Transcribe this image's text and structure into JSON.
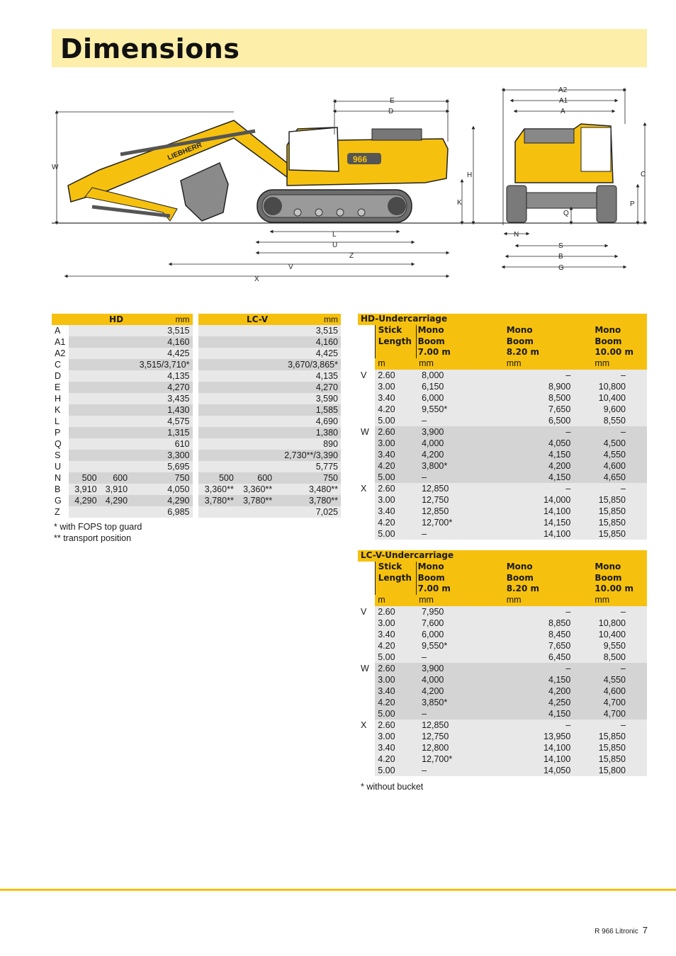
{
  "title": "Dimensions",
  "drawing": {
    "brand": "LIEBHERR",
    "model_badge": "966",
    "side_labels": [
      "E",
      "D",
      "H",
      "K",
      "W",
      "L",
      "U",
      "Z",
      "V",
      "X"
    ],
    "front_labels": [
      "A2",
      "A1",
      "A",
      "C",
      "P",
      "Q",
      "N",
      "S",
      "B",
      "G"
    ]
  },
  "dimensions_table": {
    "col_hd": "HD",
    "col_lcv": "LC-V",
    "unit": "mm",
    "rows": [
      {
        "k": "A",
        "hd": [
          "",
          "",
          "3,515"
        ],
        "lc": [
          "",
          "",
          "3,515"
        ]
      },
      {
        "k": "A1",
        "hd": [
          "",
          "",
          "4,160"
        ],
        "lc": [
          "",
          "",
          "4,160"
        ]
      },
      {
        "k": "A2",
        "hd": [
          "",
          "",
          "4,425"
        ],
        "lc": [
          "",
          "",
          "4,425"
        ]
      },
      {
        "k": "C",
        "hd": [
          "",
          "",
          "3,515/3,710*"
        ],
        "lc": [
          "",
          "",
          "3,670/3,865*"
        ]
      },
      {
        "k": "D",
        "hd": [
          "",
          "",
          "4,135"
        ],
        "lc": [
          "",
          "",
          "4,135"
        ]
      },
      {
        "k": "E",
        "hd": [
          "",
          "",
          "4,270"
        ],
        "lc": [
          "",
          "",
          "4,270"
        ]
      },
      {
        "k": "H",
        "hd": [
          "",
          "",
          "3,435"
        ],
        "lc": [
          "",
          "",
          "3,590"
        ]
      },
      {
        "k": "K",
        "hd": [
          "",
          "",
          "1,430"
        ],
        "lc": [
          "",
          "",
          "1,585"
        ]
      },
      {
        "k": "L",
        "hd": [
          "",
          "",
          "4,575"
        ],
        "lc": [
          "",
          "",
          "4,690"
        ]
      },
      {
        "k": "P",
        "hd": [
          "",
          "",
          "1,315"
        ],
        "lc": [
          "",
          "",
          "1,380"
        ]
      },
      {
        "k": "Q",
        "hd": [
          "",
          "",
          "610"
        ],
        "lc": [
          "",
          "",
          "890"
        ]
      },
      {
        "k": "S",
        "hd": [
          "",
          "",
          "3,300"
        ],
        "lc": [
          "",
          "",
          "2,730**/3,390"
        ]
      },
      {
        "k": "U",
        "hd": [
          "",
          "",
          "5,695"
        ],
        "lc": [
          "",
          "",
          "5,775"
        ]
      },
      {
        "k": "N",
        "hd": [
          "500",
          "600",
          "750"
        ],
        "lc": [
          "500",
          "600",
          "750"
        ]
      },
      {
        "k": "B",
        "hd": [
          "3,910",
          "3,910",
          "4,050"
        ],
        "lc": [
          "3,360**",
          "3,360**",
          "3,480**"
        ]
      },
      {
        "k": "G",
        "hd": [
          "4,290",
          "4,290",
          "4,290"
        ],
        "lc": [
          "3,780**",
          "3,780**",
          "3,780**"
        ]
      },
      {
        "k": "Z",
        "hd": [
          "",
          "",
          "6,985"
        ],
        "lc": [
          "",
          "",
          "7,025"
        ]
      }
    ],
    "notes": [
      "*   with FOPS top guard",
      "** transport position"
    ]
  },
  "hd_undercarriage": {
    "title": "HD-Undercarriage",
    "col_stick": [
      "Stick",
      "Length"
    ],
    "col_boom1": [
      "Mono",
      "Boom",
      "7.00 m"
    ],
    "col_boom2": [
      "Mono",
      "Boom",
      "8.20 m"
    ],
    "col_boom3": [
      "Mono",
      "Boom",
      "10.00 m"
    ],
    "units": [
      "m",
      "mm",
      "mm",
      "mm"
    ],
    "groups": [
      {
        "g": "V",
        "rows": [
          [
            "2.60",
            "8,000",
            "–",
            "–"
          ],
          [
            "3.00",
            "6,150",
            "8,900",
            "10,800"
          ],
          [
            "3.40",
            "6,000",
            "8,500",
            "10,400"
          ],
          [
            "4.20",
            "9,550*",
            "7,650",
            "9,600"
          ],
          [
            "5.00",
            "–",
            "6,500",
            "8,550"
          ]
        ]
      },
      {
        "g": "W",
        "rows": [
          [
            "2.60",
            "3,900",
            "–",
            "–"
          ],
          [
            "3.00",
            "4,000",
            "4,050",
            "4,500"
          ],
          [
            "3.40",
            "4,200",
            "4,150",
            "4,550"
          ],
          [
            "4.20",
            "3,800*",
            "4,200",
            "4,600"
          ],
          [
            "5.00",
            "–",
            "4,150",
            "4,650"
          ]
        ]
      },
      {
        "g": "X",
        "rows": [
          [
            "2.60",
            "12,850",
            "–",
            "–"
          ],
          [
            "3.00",
            "12,750",
            "14,000",
            "15,850"
          ],
          [
            "3.40",
            "12,850",
            "14,100",
            "15,850"
          ],
          [
            "4.20",
            "12,700*",
            "14,150",
            "15,850"
          ],
          [
            "5.00",
            "–",
            "14,100",
            "15,850"
          ]
        ]
      }
    ]
  },
  "lcv_undercarriage": {
    "title": "LC-V-Undercarriage",
    "col_stick": [
      "Stick",
      "Length"
    ],
    "col_boom1": [
      "Mono",
      "Boom",
      "7.00 m"
    ],
    "col_boom2": [
      "Mono",
      "Boom",
      "8.20 m"
    ],
    "col_boom3": [
      "Mono",
      "Boom",
      "10.00 m"
    ],
    "units": [
      "m",
      "mm",
      "mm",
      "mm"
    ],
    "groups": [
      {
        "g": "V",
        "rows": [
          [
            "2.60",
            "7,950",
            "–",
            "–"
          ],
          [
            "3.00",
            "7,600",
            "8,850",
            "10,800"
          ],
          [
            "3.40",
            "6,000",
            "8,450",
            "10,400"
          ],
          [
            "4.20",
            "9,550*",
            "7,650",
            "9,550"
          ],
          [
            "5.00",
            "–",
            "6,450",
            "8,500"
          ]
        ]
      },
      {
        "g": "W",
        "rows": [
          [
            "2.60",
            "3,900",
            "–",
            "–"
          ],
          [
            "3.00",
            "4,000",
            "4,150",
            "4,550"
          ],
          [
            "3.40",
            "4,200",
            "4,200",
            "4,600"
          ],
          [
            "4.20",
            "3,850*",
            "4,250",
            "4,700"
          ],
          [
            "5.00",
            "–",
            "4,150",
            "4,700"
          ]
        ]
      },
      {
        "g": "X",
        "rows": [
          [
            "2.60",
            "12,850",
            "–",
            "–"
          ],
          [
            "3.00",
            "12,750",
            "13,950",
            "15,850"
          ],
          [
            "3.40",
            "12,800",
            "14,100",
            "15,850"
          ],
          [
            "4.20",
            "12,700*",
            "14,100",
            "15,850"
          ],
          [
            "5.00",
            "–",
            "14,050",
            "15,800"
          ]
        ]
      }
    ],
    "note": "* without bucket"
  },
  "footer": {
    "doc": "R 966 Litronic",
    "page": "7"
  },
  "colors": {
    "accent": "#f6c10e",
    "title_bg": "#fdeeaa",
    "row_light": "#e8e8e8",
    "row_dark": "#d4d4d4"
  }
}
